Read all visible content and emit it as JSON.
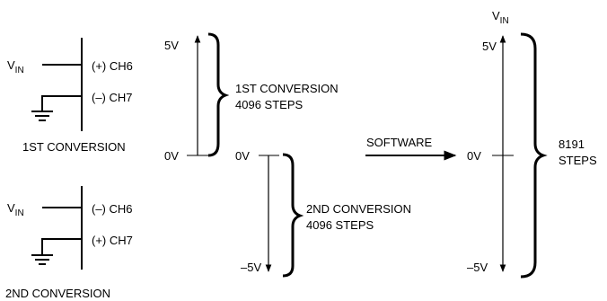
{
  "colors": {
    "ink": "#000000",
    "background": "#ffffff"
  },
  "first_input": {
    "vin_main": "V",
    "vin_sub": "IN",
    "pin_top": "(+) CH6",
    "pin_bottom": "(–) CH7",
    "caption": "1ST CONVERSION"
  },
  "second_input": {
    "vin_main": "V",
    "vin_sub": "IN",
    "pin_top": "(–) CH6",
    "pin_bottom": "(+) CH7",
    "caption": "2ND CONVERSION"
  },
  "first_range": {
    "top_label": "5V",
    "bottom_label": "0V",
    "brace_line1": "1ST CONVERSION",
    "brace_line2": "4096 STEPS"
  },
  "second_range": {
    "top_label": "0V",
    "bottom_label": "–5V",
    "brace_line1": "2ND CONVERSION",
    "brace_line2": "4096 STEPS"
  },
  "software_arrow_label": "SOFTWARE",
  "combined_range": {
    "vin_main": "V",
    "vin_sub": "IN",
    "top_label": "5V",
    "mid_label": "0V",
    "bottom_label": "–5V",
    "brace_line1": "8191",
    "brace_line2": "STEPS"
  }
}
